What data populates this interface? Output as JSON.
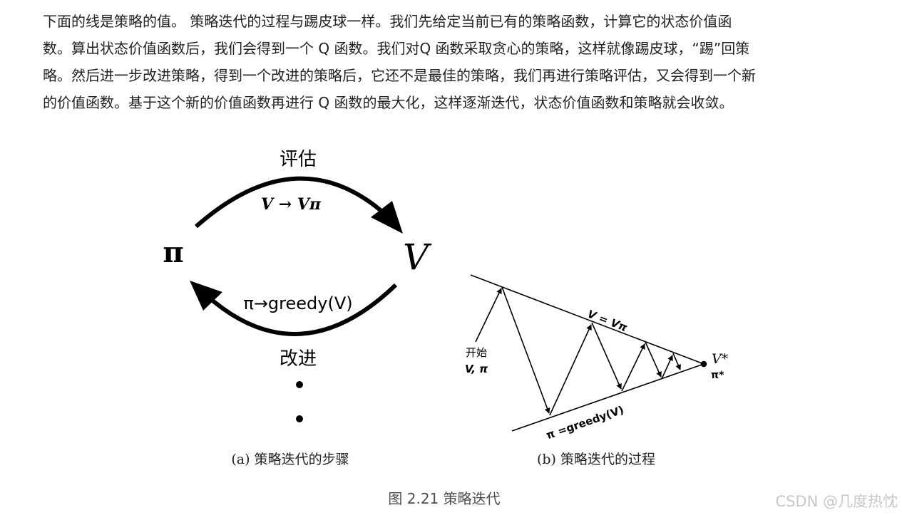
{
  "paragraph": {
    "lines": [
      "下面的线是策略的值。 策略迭代的过程与踢皮球一样。我们先给定当前已有的策略函数，计算它的状态价值函",
      "数。算出状态价值函数后，我们会得到一个 Q 函数。我们对Q 函数采取贪心的策略，这样就像踢皮球，“踢”回策",
      "略。然后进一步改进策略，得到一个改进的策略后，它还不是最佳的策略，我们再进行策略评估，又会得到一个新",
      "的价值函数。基于这个新的价值函数再进行 Q 函数的最大化，这样逐渐迭代，状态价值函数和策略就会收敛。"
    ]
  },
  "figure": {
    "a": {
      "pi": "π",
      "v": "V",
      "evaluate": "评估",
      "eval_formula": "V → Vπ",
      "improve_formula": "π→greedy(V)",
      "improve": "改进",
      "caption": "(a) 策略迭代的步骤"
    },
    "b": {
      "start": "开始",
      "start_vars": "V, π",
      "top_line": "V = Vπ",
      "bottom_line": "π =greedy(V)",
      "v_star": "V*",
      "pi_star": "π*",
      "caption": "(b) 策略迭代的过程"
    },
    "caption": "图 2.21 策略迭代"
  },
  "watermark": "CSDN @几度热忱"
}
